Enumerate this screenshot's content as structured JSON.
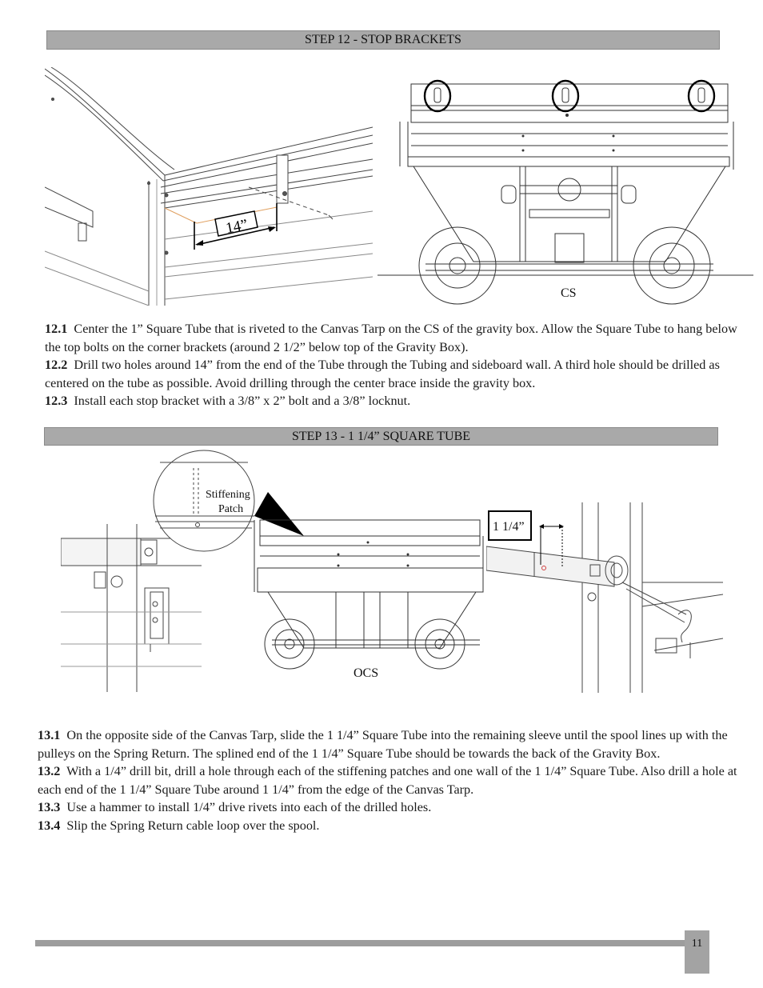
{
  "step12": {
    "title": "STEP 12 - STOP BRACKETS",
    "figure_left": {
      "dimension_label": "14”"
    },
    "figure_right": {
      "side_label": "CS"
    },
    "instructions": [
      {
        "num": "12.1",
        "text": "Center the 1” Square Tube that is riveted to the Canvas Tarp on the CS of the gravity box.  Allow the Square Tube to hang below the top bolts on the corner brackets (around 2 1/2” below top of the Gravity Box)."
      },
      {
        "num": "12.2",
        "text": "Drill two holes around 14” from the end of the Tube through the Tubing and sideboard wall.  A third hole should be drilled as centered on the tube as possible.  Avoid drilling through the center brace inside the gravity box."
      },
      {
        "num": "12.3",
        "text": "Install each stop bracket with a 3/8” x 2” bolt and a 3/8” locknut."
      }
    ]
  },
  "step13": {
    "title": "STEP 13 - 1 1/4” SQUARE TUBE",
    "figure_center": {
      "callout_line1": "Stiffening",
      "callout_line2": "Patch",
      "side_label": "OCS"
    },
    "figure_right": {
      "dimension_label": "1 1/4”"
    },
    "instructions": [
      {
        "num": "13.1",
        "text": "On the opposite side of the Canvas Tarp, slide the 1 1/4” Square Tube into the remaining sleeve until the spool lines up with the pulleys on the Spring Return.  The splined end of the 1 1/4” Square Tube should be towards the back of the Gravity Box."
      },
      {
        "num": "13.2",
        "text": "With a 1/4” drill bit, drill a hole through each of the stiffening patches and one wall of the 1 1/4” Square Tube.  Also drill a hole at each end of the 1 1/4” Square Tube around 1 1/4” from the edge of the Canvas Tarp."
      },
      {
        "num": "13.3",
        "text": "Use a hammer to install 1/4” drive rivets into each of the drilled holes."
      },
      {
        "num": "13.4",
        "text": "Slip the Spring Return cable loop over the spool."
      }
    ]
  },
  "footer": {
    "page_number": "11"
  }
}
